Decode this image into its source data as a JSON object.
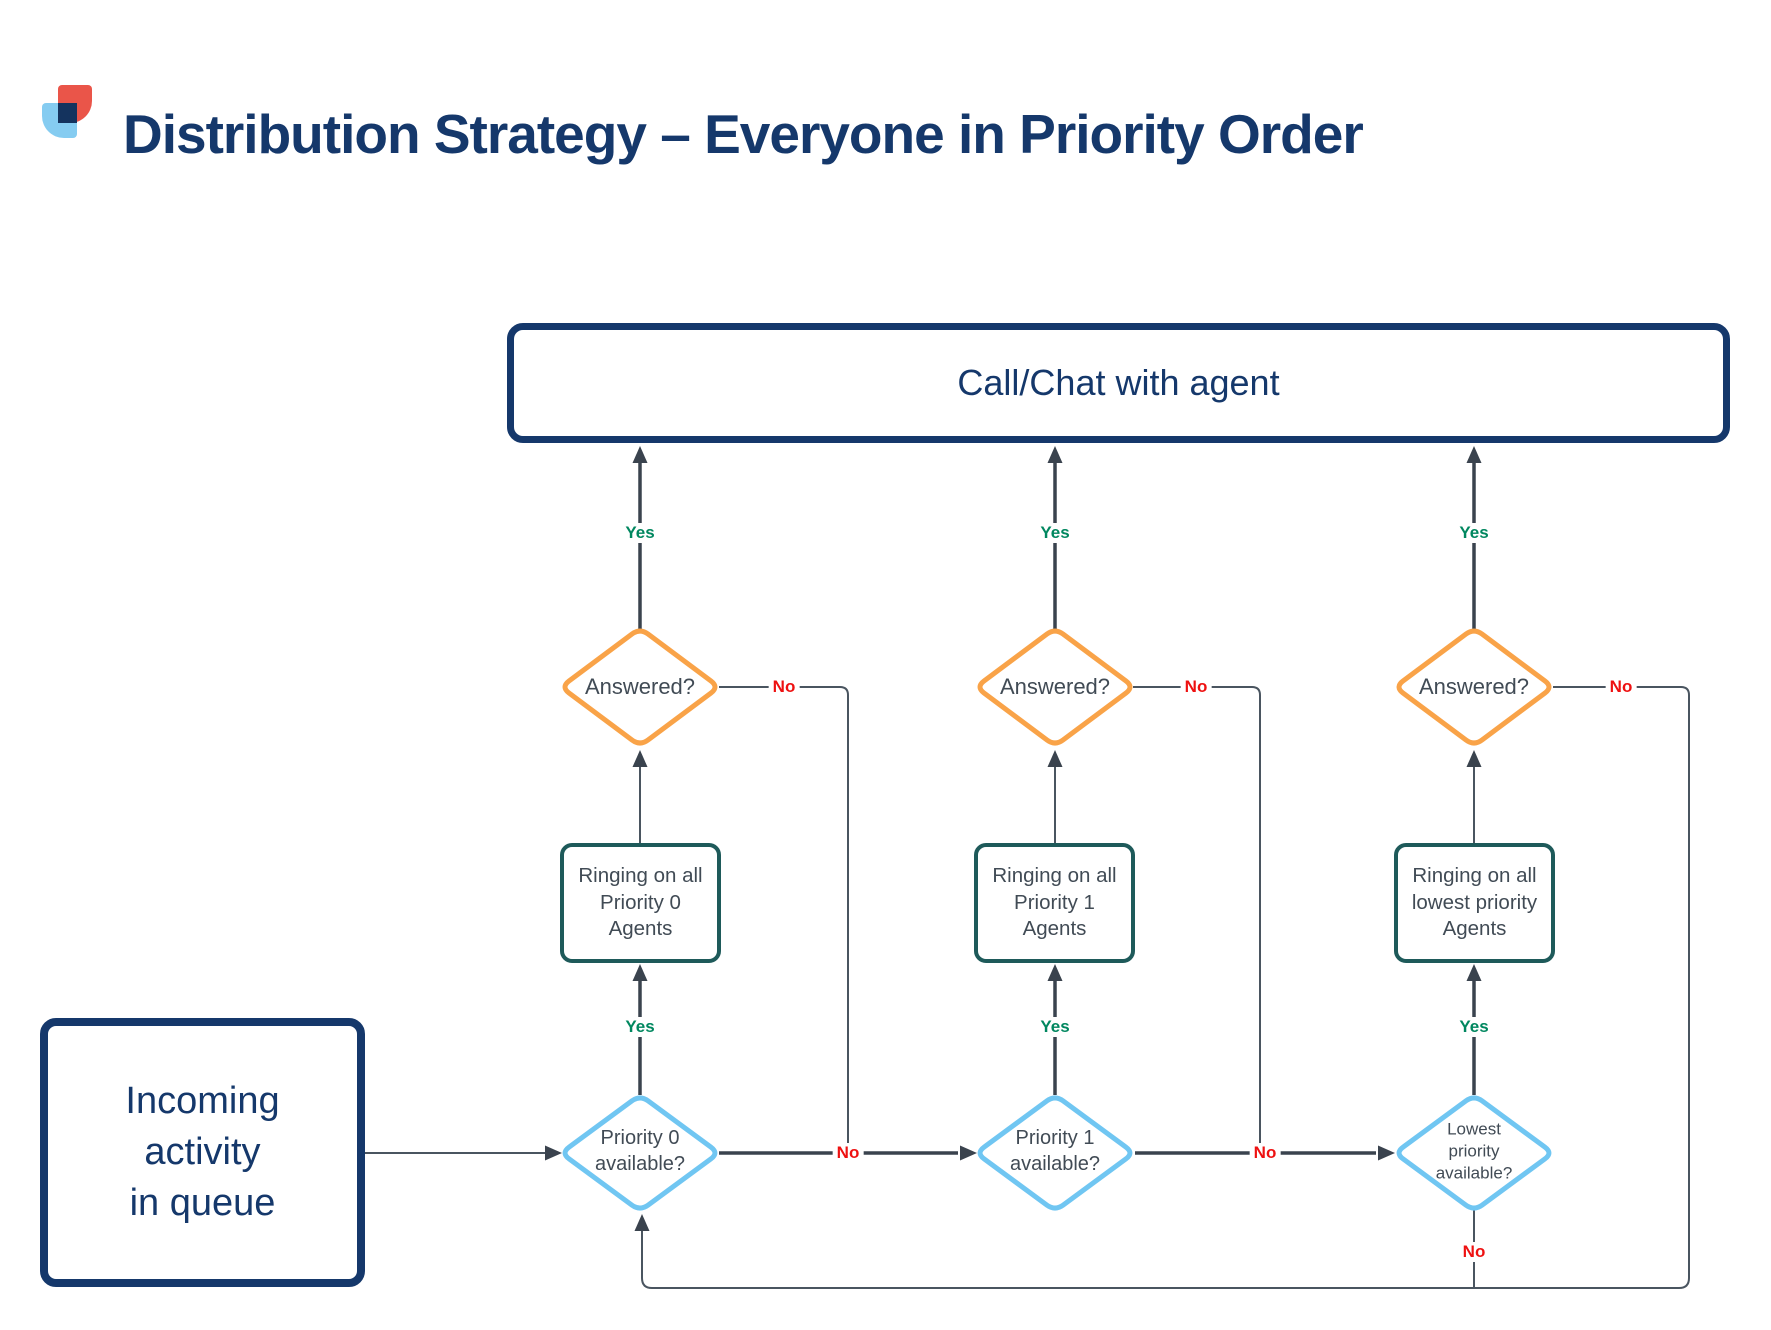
{
  "page": {
    "title": "Distribution Strategy – Everyone in Priority Order"
  },
  "labels": {
    "yes": "Yes",
    "no": "No"
  },
  "nodes": {
    "call_box": "Call/Chat with agent",
    "incoming_box": "Incoming\nactivity\nin queue",
    "columns": [
      {
        "available": "Priority 0\navailable?",
        "ringing": "Ringing on all\nPriority 0\nAgents",
        "answered": "Answered?"
      },
      {
        "available": "Priority 1\navailable?",
        "ringing": "Ringing on all\nPriority 1\nAgents",
        "answered": "Answered?"
      },
      {
        "available": "Lowest\npriority\navailable?",
        "ringing": "Ringing on all\nlowest priority\nAgents",
        "answered": "Answered?"
      }
    ]
  },
  "colors": {
    "navy": "#15386b",
    "diamond_orange": "#f9a348",
    "diamond_blue": "#70c6f2",
    "box_teal": "#1e5a5a",
    "yes_green": "#00875f",
    "no_red": "#ee1111",
    "line_gray": "#4a5560",
    "shape_text": "#414b55",
    "logo_red": "#ea5549",
    "logo_blue": "#85ccf1"
  }
}
